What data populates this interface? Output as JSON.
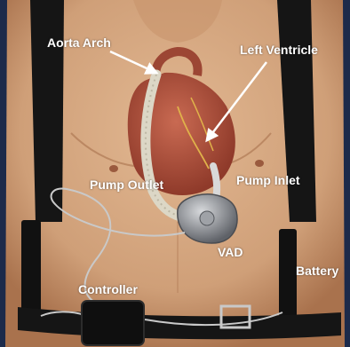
{
  "diagram": {
    "labels": {
      "aorta_arch": "Aorta Arch",
      "left_ventricle": "Left Ventricle",
      "pump_outlet": "Pump Outlet",
      "pump_inlet": "Pump Inlet",
      "vad": "VAD",
      "controller": "Controller",
      "battery": "Battery"
    }
  },
  "colors": {
    "frame": "#1c2a4a",
    "skin": "#d7aa83",
    "skin_shadow": "#b8835d",
    "heart": "#b5553f",
    "straps": "#151515",
    "graft": "#dcd7c6",
    "pump": "#8c8f95",
    "label_text": "#ffffff",
    "pointer": "#ffffff"
  }
}
